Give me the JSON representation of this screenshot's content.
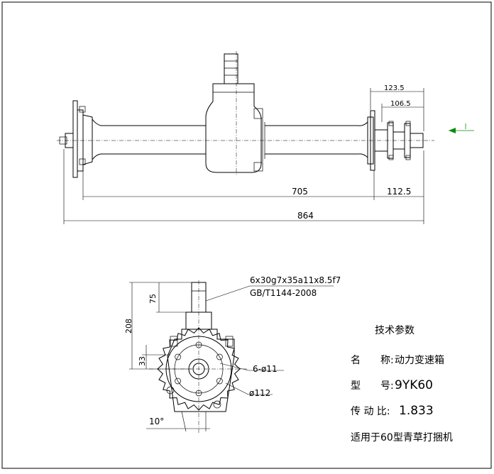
{
  "dimensions": {
    "top_w1": "123.5",
    "top_w2": "106.5",
    "shaft_len": "705",
    "end_len": "112.5",
    "total_len": "864",
    "height_total": "208",
    "shaft_height": "75",
    "lower_height": "33",
    "angle": "10°",
    "hole_spec": "6-ø11",
    "diameter": "ø112"
  },
  "spline_note": {
    "line1": "6x30g7x35a11x8.5f7",
    "line2": "GB/T1144-2008"
  },
  "specs": {
    "title": "技术参数",
    "rows": [
      {
        "label": "名　　称:",
        "value": "动力变速箱"
      },
      {
        "label": "型　　号:",
        "value": "9YK60"
      },
      {
        "label": "传 动 比:",
        "value": "1.833"
      }
    ],
    "footer": "适用于60型青草打捆机"
  },
  "colors": {
    "lines": "#000000",
    "accent": "#0a8a0a"
  }
}
